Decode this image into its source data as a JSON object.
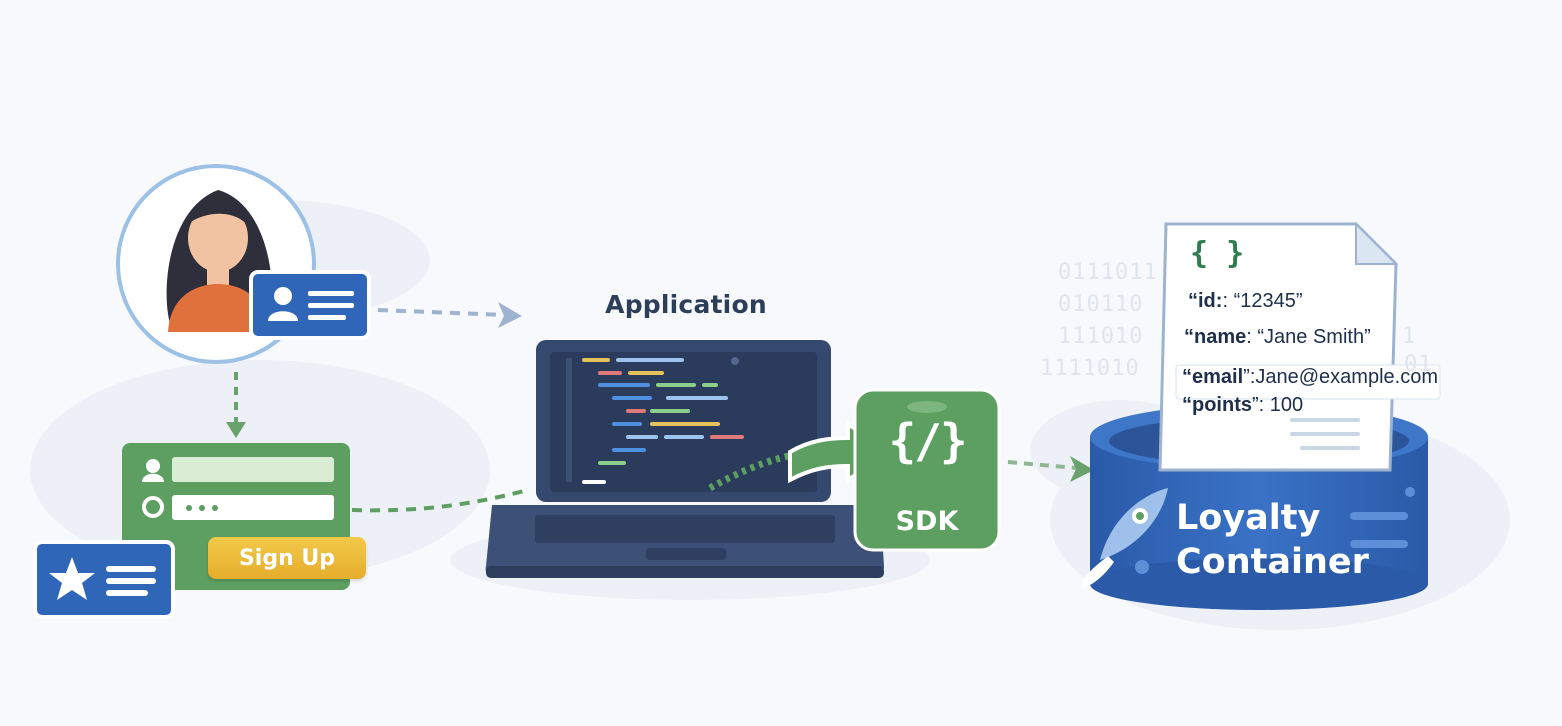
{
  "labels": {
    "application": "Application",
    "signup_button": "Sign Up",
    "sdk": "SDK",
    "sdk_glyph": "{/}",
    "container_line1": "Loyalty",
    "container_line2": "Container"
  },
  "json_document": {
    "brace": "{ }",
    "fields": [
      {
        "key": "“id:",
        "sep": ": ",
        "value": "“12345”"
      },
      {
        "key": "“name",
        "sep": ": ",
        "value": "“Jane Smith”"
      },
      {
        "key": "“email",
        "sep": "”:",
        "value": "Jane@example.com"
      },
      {
        "key": "“points",
        "sep": "”: ",
        "value": "100"
      }
    ]
  },
  "binary_rows": [
    "0111011",
    "010110",
    "111010",
    "1111010",
    "1",
    "01"
  ],
  "colors": {
    "blue": "#2f66b7",
    "green": "#5a9e5f",
    "yellow": "#efbe3c",
    "navy": "#34476b",
    "skin": "#f2c3a2",
    "shirt": "#e0703c"
  }
}
